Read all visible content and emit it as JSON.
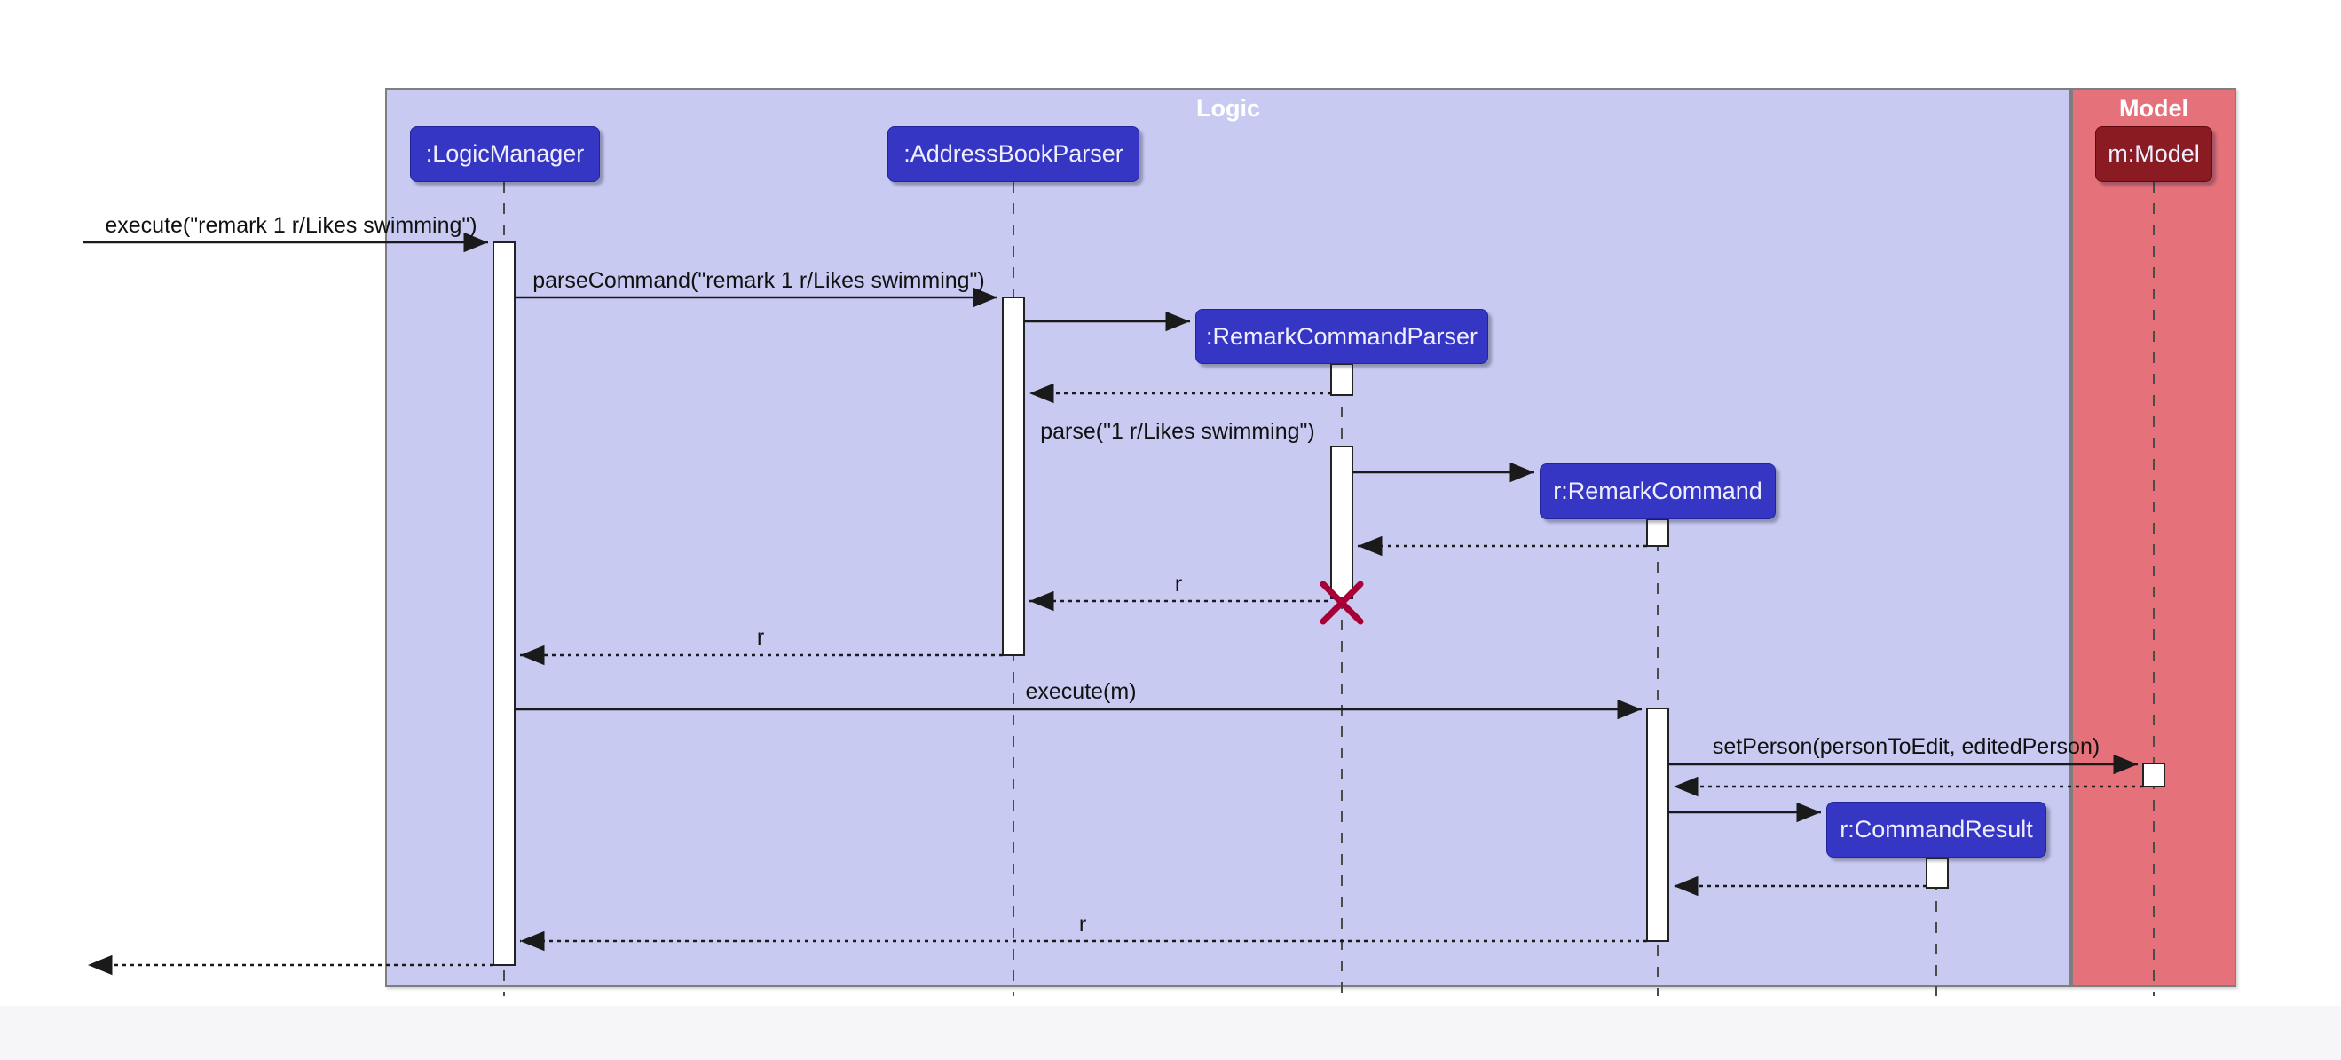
{
  "frames": {
    "logic": {
      "label": "Logic"
    },
    "model": {
      "label": "Model"
    }
  },
  "participants": {
    "logic_manager": {
      "label": ":LogicManager"
    },
    "address_book_parser": {
      "label": ":AddressBookParser"
    },
    "remark_command_parser": {
      "label": ":RemarkCommandParser"
    },
    "remark_command": {
      "label": "r:RemarkCommand"
    },
    "command_result": {
      "label": "r:CommandResult"
    },
    "model": {
      "label": "m:Model"
    }
  },
  "messages": {
    "execute_user": {
      "label": "execute(\"remark 1 r/Likes swimming\")",
      "type": "solid"
    },
    "parse_command": {
      "label": "parseCommand(\"remark 1 r/Likes swimming\")",
      "type": "solid"
    },
    "create_parser": {
      "label": "",
      "type": "solid-create"
    },
    "return_create_parser": {
      "label": "",
      "type": "dashed-return"
    },
    "parse": {
      "label": "parse(\"1 r/Likes swimming\")",
      "type": "solid"
    },
    "create_command": {
      "label": "",
      "type": "solid-create"
    },
    "return_create_command": {
      "label": "",
      "type": "dashed-return"
    },
    "return_r_parser": {
      "label": "r",
      "type": "dashed-return"
    },
    "return_r_abp": {
      "label": "r",
      "type": "dashed-return"
    },
    "execute_m": {
      "label": "execute(m)",
      "type": "solid"
    },
    "set_person": {
      "label": "setPerson(personToEdit, editedPerson)",
      "type": "solid"
    },
    "return_set_person": {
      "label": "",
      "type": "dashed-return"
    },
    "create_result": {
      "label": "",
      "type": "solid-create"
    },
    "return_create_result": {
      "label": "",
      "type": "dashed-return"
    },
    "return_r_command": {
      "label": "r",
      "type": "dashed-return"
    },
    "return_final": {
      "label": "",
      "type": "dashed-return"
    }
  },
  "colors": {
    "logic_frame_fill": "#c8caf2",
    "model_frame_fill": "#e5717b",
    "logic_header_fill": "#3636c4",
    "model_header_fill": "#8b1b22",
    "frame_border": "#7e7e7e",
    "arrow": "#1a1a1a",
    "lifeline": "#4b4b4b",
    "activation_fill": "#ffffff",
    "destroy_x": "#a80036"
  }
}
